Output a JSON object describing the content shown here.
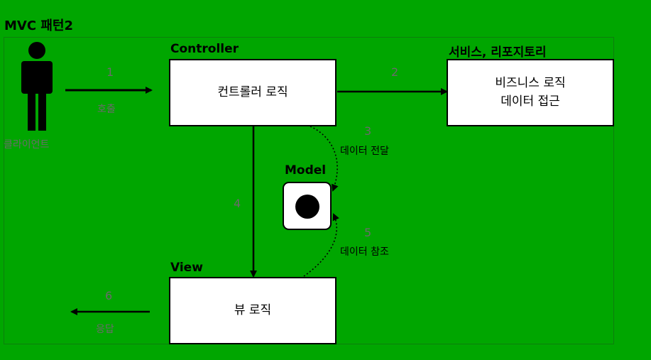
{
  "title": "MVC 패턴2",
  "client": {
    "label": "클라이언트"
  },
  "controller": {
    "title": "Controller",
    "text": "컨트롤러 로직"
  },
  "service": {
    "title": "서비스, 리포지토리",
    "line1": "비즈니스 로직",
    "line2": "데이터 접근"
  },
  "model": {
    "title": "Model"
  },
  "view": {
    "title": "View",
    "text": "뷰 로직"
  },
  "steps": {
    "s1": {
      "num": "1",
      "label": "호출"
    },
    "s2": {
      "num": "2"
    },
    "s3": {
      "num": "3",
      "label": "데이터 전달"
    },
    "s4": {
      "num": "4"
    },
    "s5": {
      "num": "5",
      "label": "데이터 참조"
    },
    "s6": {
      "num": "6",
      "label": "응답"
    }
  }
}
